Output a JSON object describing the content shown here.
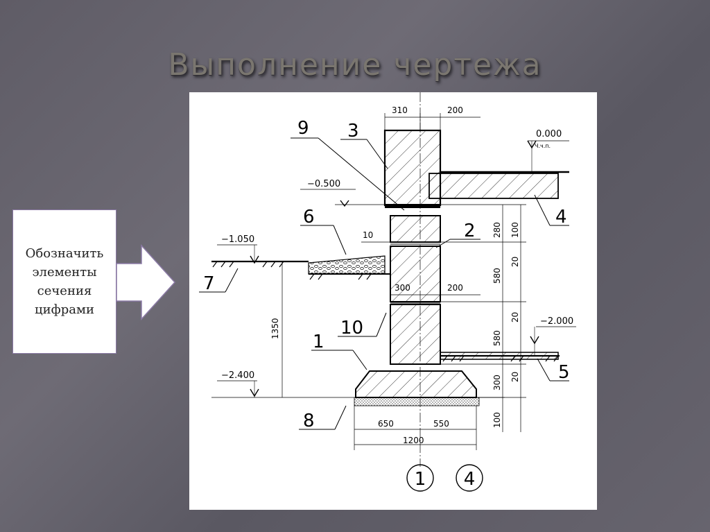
{
  "slide": {
    "title": "Выполнение чертежа",
    "callout": "Обозначить\nэлементы\nсечения\nцифрами"
  },
  "drawing": {
    "callout_numbers": [
      "1",
      "2",
      "3",
      "4",
      "5",
      "6",
      "7",
      "8",
      "9",
      "10"
    ],
    "levels": {
      "l0": "0.000",
      "l0_note": "Ч.ч.п.",
      "l_0500": "−0.500",
      "l_1050": "−1.050",
      "l_2000": "−2.000",
      "l_2400": "−2.400"
    },
    "dims": {
      "d310": "310",
      "d200a": "200",
      "d10": "10",
      "d300": "300",
      "d200b": "200",
      "d280": "280",
      "d100a": "100",
      "d580a": "580",
      "d20a": "20",
      "d580b": "580",
      "d20b": "20",
      "d300v": "300",
      "d20c": "20",
      "d100b": "100",
      "d1350": "1350",
      "d650": "650",
      "d550": "550",
      "d1200": "1200"
    },
    "axes": [
      "1",
      "4"
    ]
  },
  "colors": {
    "panel": "#ffffff",
    "ink": "#000000",
    "title": "#7a766f"
  }
}
